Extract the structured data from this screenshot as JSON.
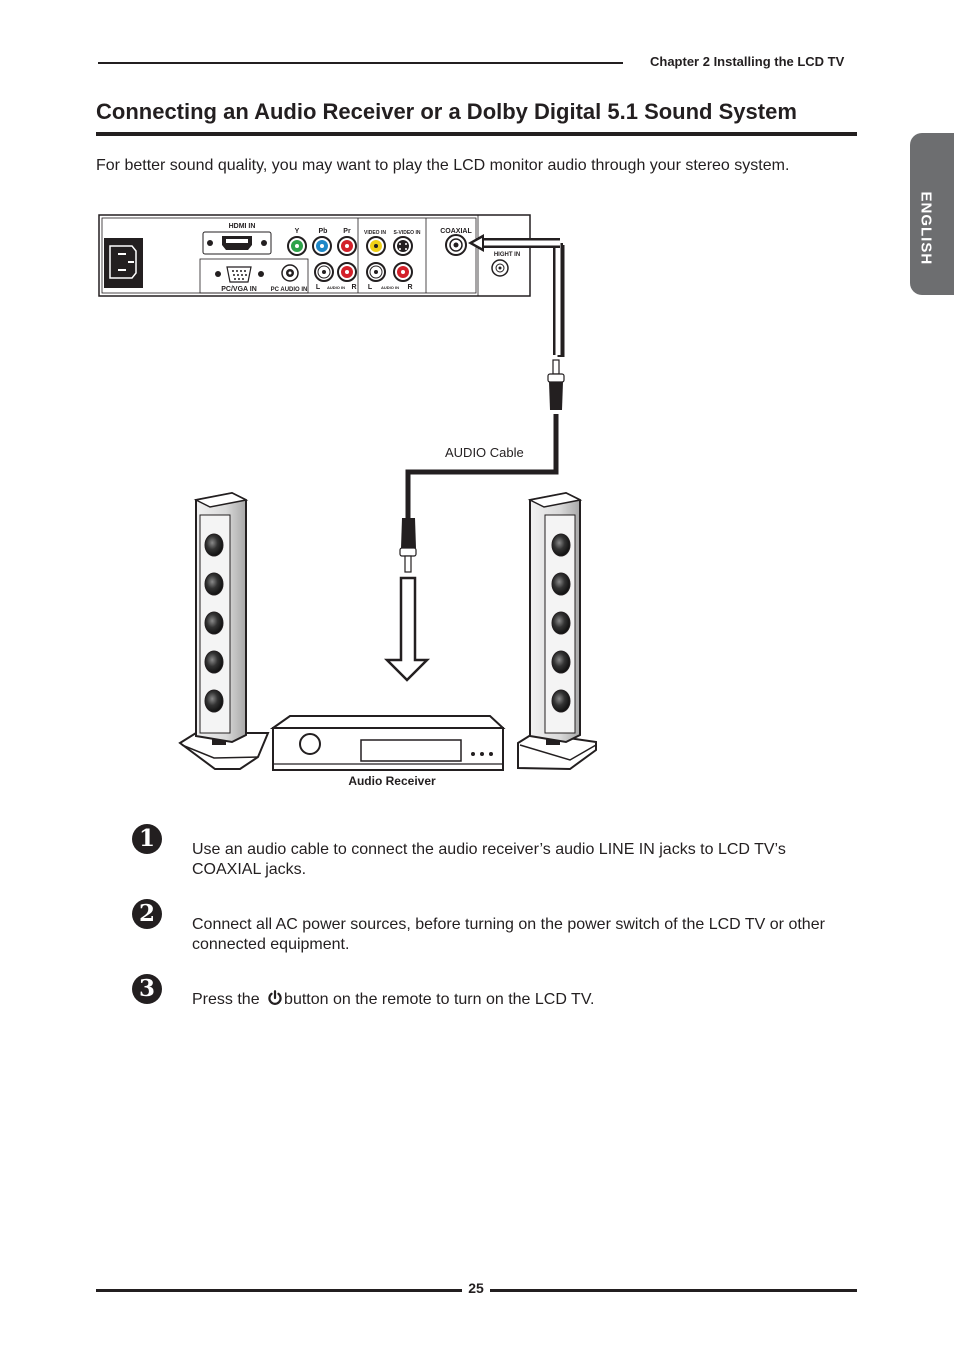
{
  "header": {
    "chapter": "Chapter 2 Installing the LCD TV"
  },
  "title": "Connecting an Audio Receiver or a Dolby Digital 5.1 Sound System",
  "intro": "For better sound quality, you may want to play the LCD monitor audio through your stereo system.",
  "side_tab": "ENGLISH",
  "diagram": {
    "panel_labels": {
      "hdmi_in": "HDMI IN",
      "y": "Y",
      "pb": "Pb",
      "pr": "Pr",
      "video_in": "VIDEO IN",
      "s_video_in": "S-VIDEO IN",
      "coaxial": "COAXIAL",
      "pc_vga_in": "PC/VGA IN",
      "pc_audio_in": "PC AUDIO IN",
      "l1": "L",
      "audio_in_1": "AUDIO IN",
      "r1": "R",
      "l2": "L",
      "audio_in_2": "AUDIO IN",
      "r2": "R",
      "hidden_label": "HIGHT IN"
    },
    "cable_label": "AUDIO Cable",
    "receiver_label": "Audio Receiver"
  },
  "steps": [
    {
      "number": "1",
      "text": "Use an audio cable to connect the audio receiver’s audio LINE IN jacks to LCD TV’s COAXIAL jacks."
    },
    {
      "number": "2",
      "text": "Connect all AC power sources, before turning on the power switch of the LCD TV or other connected equipment."
    },
    {
      "number": "3",
      "text_before": "Press the",
      "icon": "power-icon",
      "text_after": "button on the remote to turn on the LCD TV."
    }
  ],
  "page_number": "25"
}
